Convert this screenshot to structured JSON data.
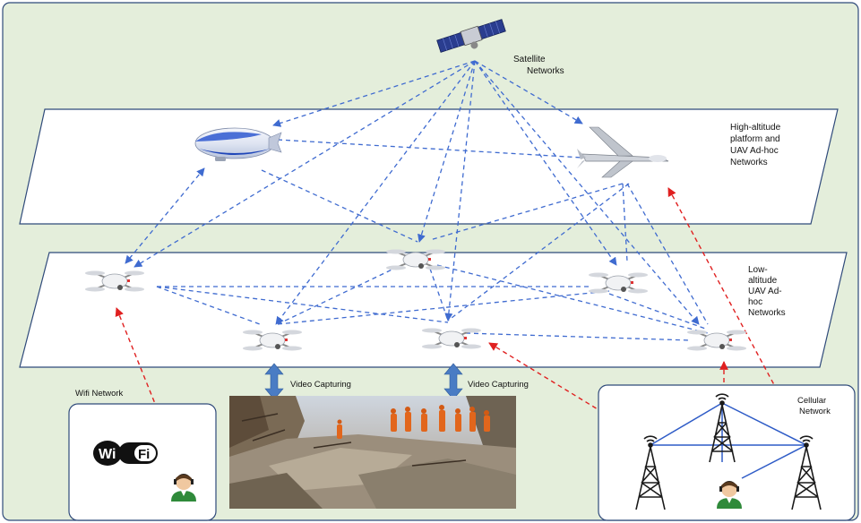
{
  "colors": {
    "background": "#e4eedb",
    "border": "#2f4a7a",
    "blue_link": "#3f6bd0",
    "red_link": "#e02020",
    "tower": "#1a1a1a",
    "arrow_fill": "#4a7cc4"
  },
  "labels": {
    "satellite": [
      "Satellite",
      "Networks"
    ],
    "high_altitude": [
      "High-altitude",
      "platform  and",
      "UAV Ad-hoc",
      "Networks"
    ],
    "low_altitude": [
      "Low-",
      "altitude",
      "UAV Ad-",
      "hoc",
      "Networks"
    ],
    "video_capturing_1": "Video Capturing",
    "video_capturing_2": "Video Capturing",
    "wifi_network": "Wifi Network",
    "cellular_network": [
      "Cellular",
      "Network"
    ],
    "wifi_logo_text": [
      "Wi",
      "Fi"
    ]
  },
  "icons": {
    "satellite": "satellite-icon",
    "airship": "airship-icon",
    "fixed_wing_uav": "fixed-wing-uav-icon",
    "quadcopter": "quadcopter-icon",
    "cell_tower": "cell-tower-icon",
    "user": "user-headset-icon",
    "rubble_photo": "disaster-rubble-photo"
  }
}
